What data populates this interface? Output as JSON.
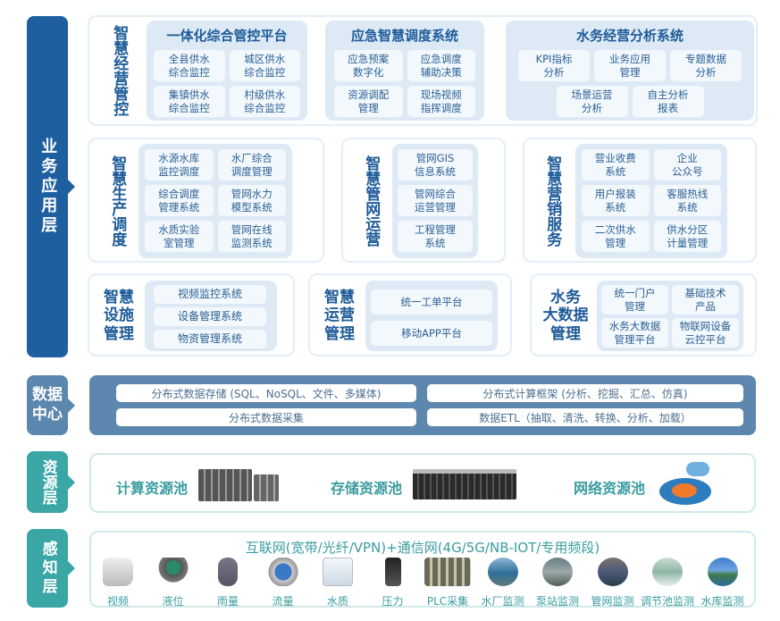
{
  "layers": {
    "app": "业务应用层",
    "data": "数据中心",
    "resource": "资源层",
    "sense": "感知层"
  },
  "row1": {
    "label": "智慧经营管控",
    "panels": [
      {
        "title": "一体化综合管控平台",
        "cells": [
          "全县供水\n综合监控",
          "城区供水\n综合监控",
          "集镇供水\n综合监控",
          "村级供水\n综合监控"
        ]
      },
      {
        "title": "应急智慧调度系统",
        "cells": [
          "应急预案\n数字化",
          "应急调度\n辅助决策",
          "资源调配\n管理",
          "现场视频\n指挥调度"
        ]
      },
      {
        "title": "水务经营分析系统",
        "cells": [
          "KPI指标\n分析",
          "业务应用\n管理",
          "专题数据\n分析",
          "场景运营\n分析",
          "自主分析\n报表"
        ]
      }
    ]
  },
  "row2": [
    {
      "label": "智慧生产调度",
      "cells": [
        "水源水库\n监控调度",
        "水厂综合\n调度管理",
        "综合调度\n管理系统",
        "管网水力\n模型系统",
        "水质实验\n室管理",
        "管网在线\n监测系统"
      ]
    },
    {
      "label": "智慧管网运营",
      "cells": [
        "管网GIS\n信息系统",
        "管网综合\n运营管理",
        "工程管理\n系统"
      ]
    },
    {
      "label": "智慧营销服务",
      "cells": [
        "营业收费\n系统",
        "企业\n公众号",
        "用户报装\n系统",
        "客服热线\n系统",
        "二次供水\n管理",
        "供水分区\n计量管理"
      ]
    }
  ],
  "row3": [
    {
      "label": "智慧\n设施\n管理",
      "cells": [
        "视频监控系统",
        "设备管理系统",
        "物资管理系统"
      ]
    },
    {
      "label": "智慧\n运营\n管理",
      "cells": [
        "统一工单平台",
        "移动APP平台"
      ]
    },
    {
      "label": "水务\n大数据\n管理",
      "cells": [
        "统一门户\n管理",
        "基础技术\n产品",
        "水务大数据\n管理平台",
        "物联网设备\n云控平台"
      ]
    }
  ],
  "data_center": [
    "分布式数据存储 (SQL、NoSQL、文件、多媒体)",
    "分布式计算框架 (分析、挖掘、汇总、仿真)",
    "分布式数据采集",
    "数据ETL（抽取、清洗、转换、分析、加载）"
  ],
  "resources": [
    "计算资源池",
    "存储资源池",
    "网络资源池"
  ],
  "sensing": {
    "title": "互联网(宽带/光纤/VPN)+通信网(4G/5G/NB-IOT/专用频段)",
    "items": [
      {
        "label": "视频",
        "icon": "camera-icon"
      },
      {
        "label": "液位",
        "icon": "level-sensor-icon"
      },
      {
        "label": "雨量",
        "icon": "rain-gauge-icon"
      },
      {
        "label": "流量",
        "icon": "flowmeter-icon"
      },
      {
        "label": "水质",
        "icon": "water-quality-icon"
      },
      {
        "label": "压力",
        "icon": "pressure-sensor-icon"
      },
      {
        "label": "PLC采集",
        "icon": "plc-icon"
      },
      {
        "label": "水厂监测",
        "icon": "water-plant-photo-icon"
      },
      {
        "label": "泵站监测",
        "icon": "pump-station-photo-icon"
      },
      {
        "label": "管网监测",
        "icon": "pipe-network-photo-icon"
      },
      {
        "label": "调节池监测",
        "icon": "regulating-pool-photo-icon"
      },
      {
        "label": "水库监测",
        "icon": "reservoir-photo-icon"
      }
    ]
  },
  "colors": {
    "app": "#1e5fa0",
    "data": "#5b86ad",
    "teal": "#3aa6a6"
  }
}
